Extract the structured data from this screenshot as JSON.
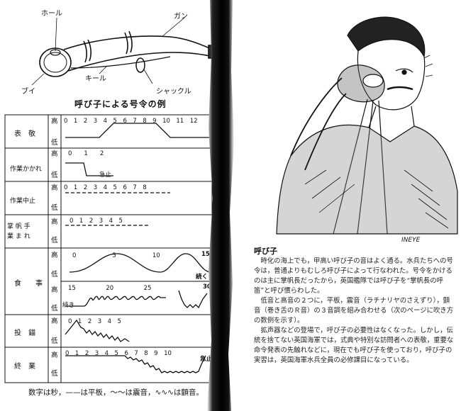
{
  "whistle": {
    "parts": {
      "hole": "ホール",
      "gun": "ガン",
      "keel": "キール",
      "shackle": "シャックル",
      "buoy": "ブイ"
    }
  },
  "table": {
    "title": "呼び子による号令の例",
    "high": "高",
    "low": "低",
    "rows": [
      {
        "label": "表　敬",
        "ticks": "0　1　2　3　4　5　6　7　8　9　10　11　12"
      },
      {
        "label": "作業かかれ",
        "ticks": "0　　1　　2",
        "note": "急止"
      },
      {
        "label": "作業中止",
        "ticks": "0　1　2　3　4　5　6　7　8"
      },
      {
        "label_a": "掌 帆 手",
        "label_b": "業 ま れ",
        "ticks": "0　1　2　3　4　5"
      },
      {
        "label": "食　　事",
        "ticks_top": "0　　　　　　5　　　　　　10",
        "end_top": "15",
        "note_top": "続く",
        "ticks_bottom": "15　　　　　20　　　　　25",
        "end_bottom": "30",
        "note_bottom": "続き"
      },
      {
        "label": "投　錨",
        "ticks": "0　1　2　3　4　5"
      },
      {
        "label": "終　業",
        "ticks": "0　1　2　3　4　5　6　7　8　9　10",
        "note": "急止"
      }
    ],
    "caption": "数字は秒，——は平板，〜〜は震音，∿∿∿は顫音。"
  },
  "illustration": {
    "signature": "INEYE"
  },
  "article": {
    "heading": "呼び子",
    "paragraphs": [
      "　時化の海上でも，甲高い呼び子の音はよく通る。水兵たちへの号令は，普通よりもむしろ呼び子によって行なわれた。号令をかけるのは主に掌帆長だったから，英国艦隊では呼び子を“掌帆長の呼笛”と呼び慣らわした。",
      "　低音と高音の２つに，平板，震音（ラチナリヤのさえずり），顫音（巻き舌のＲ音）の３音調を組み合わせる（次のページに吹き方の数例を示す）。",
      "　拡声器などの登場で，呼び子の必要性はなくなった。しかし，伝統を捨てない英国海軍では，式典や特別な訪問者への表敬，重要な命令発表の先触れなどに，現在でも呼び子を使っており，呼び子の実習は，英国海軍水兵全員の必修課目になっている。"
    ]
  }
}
